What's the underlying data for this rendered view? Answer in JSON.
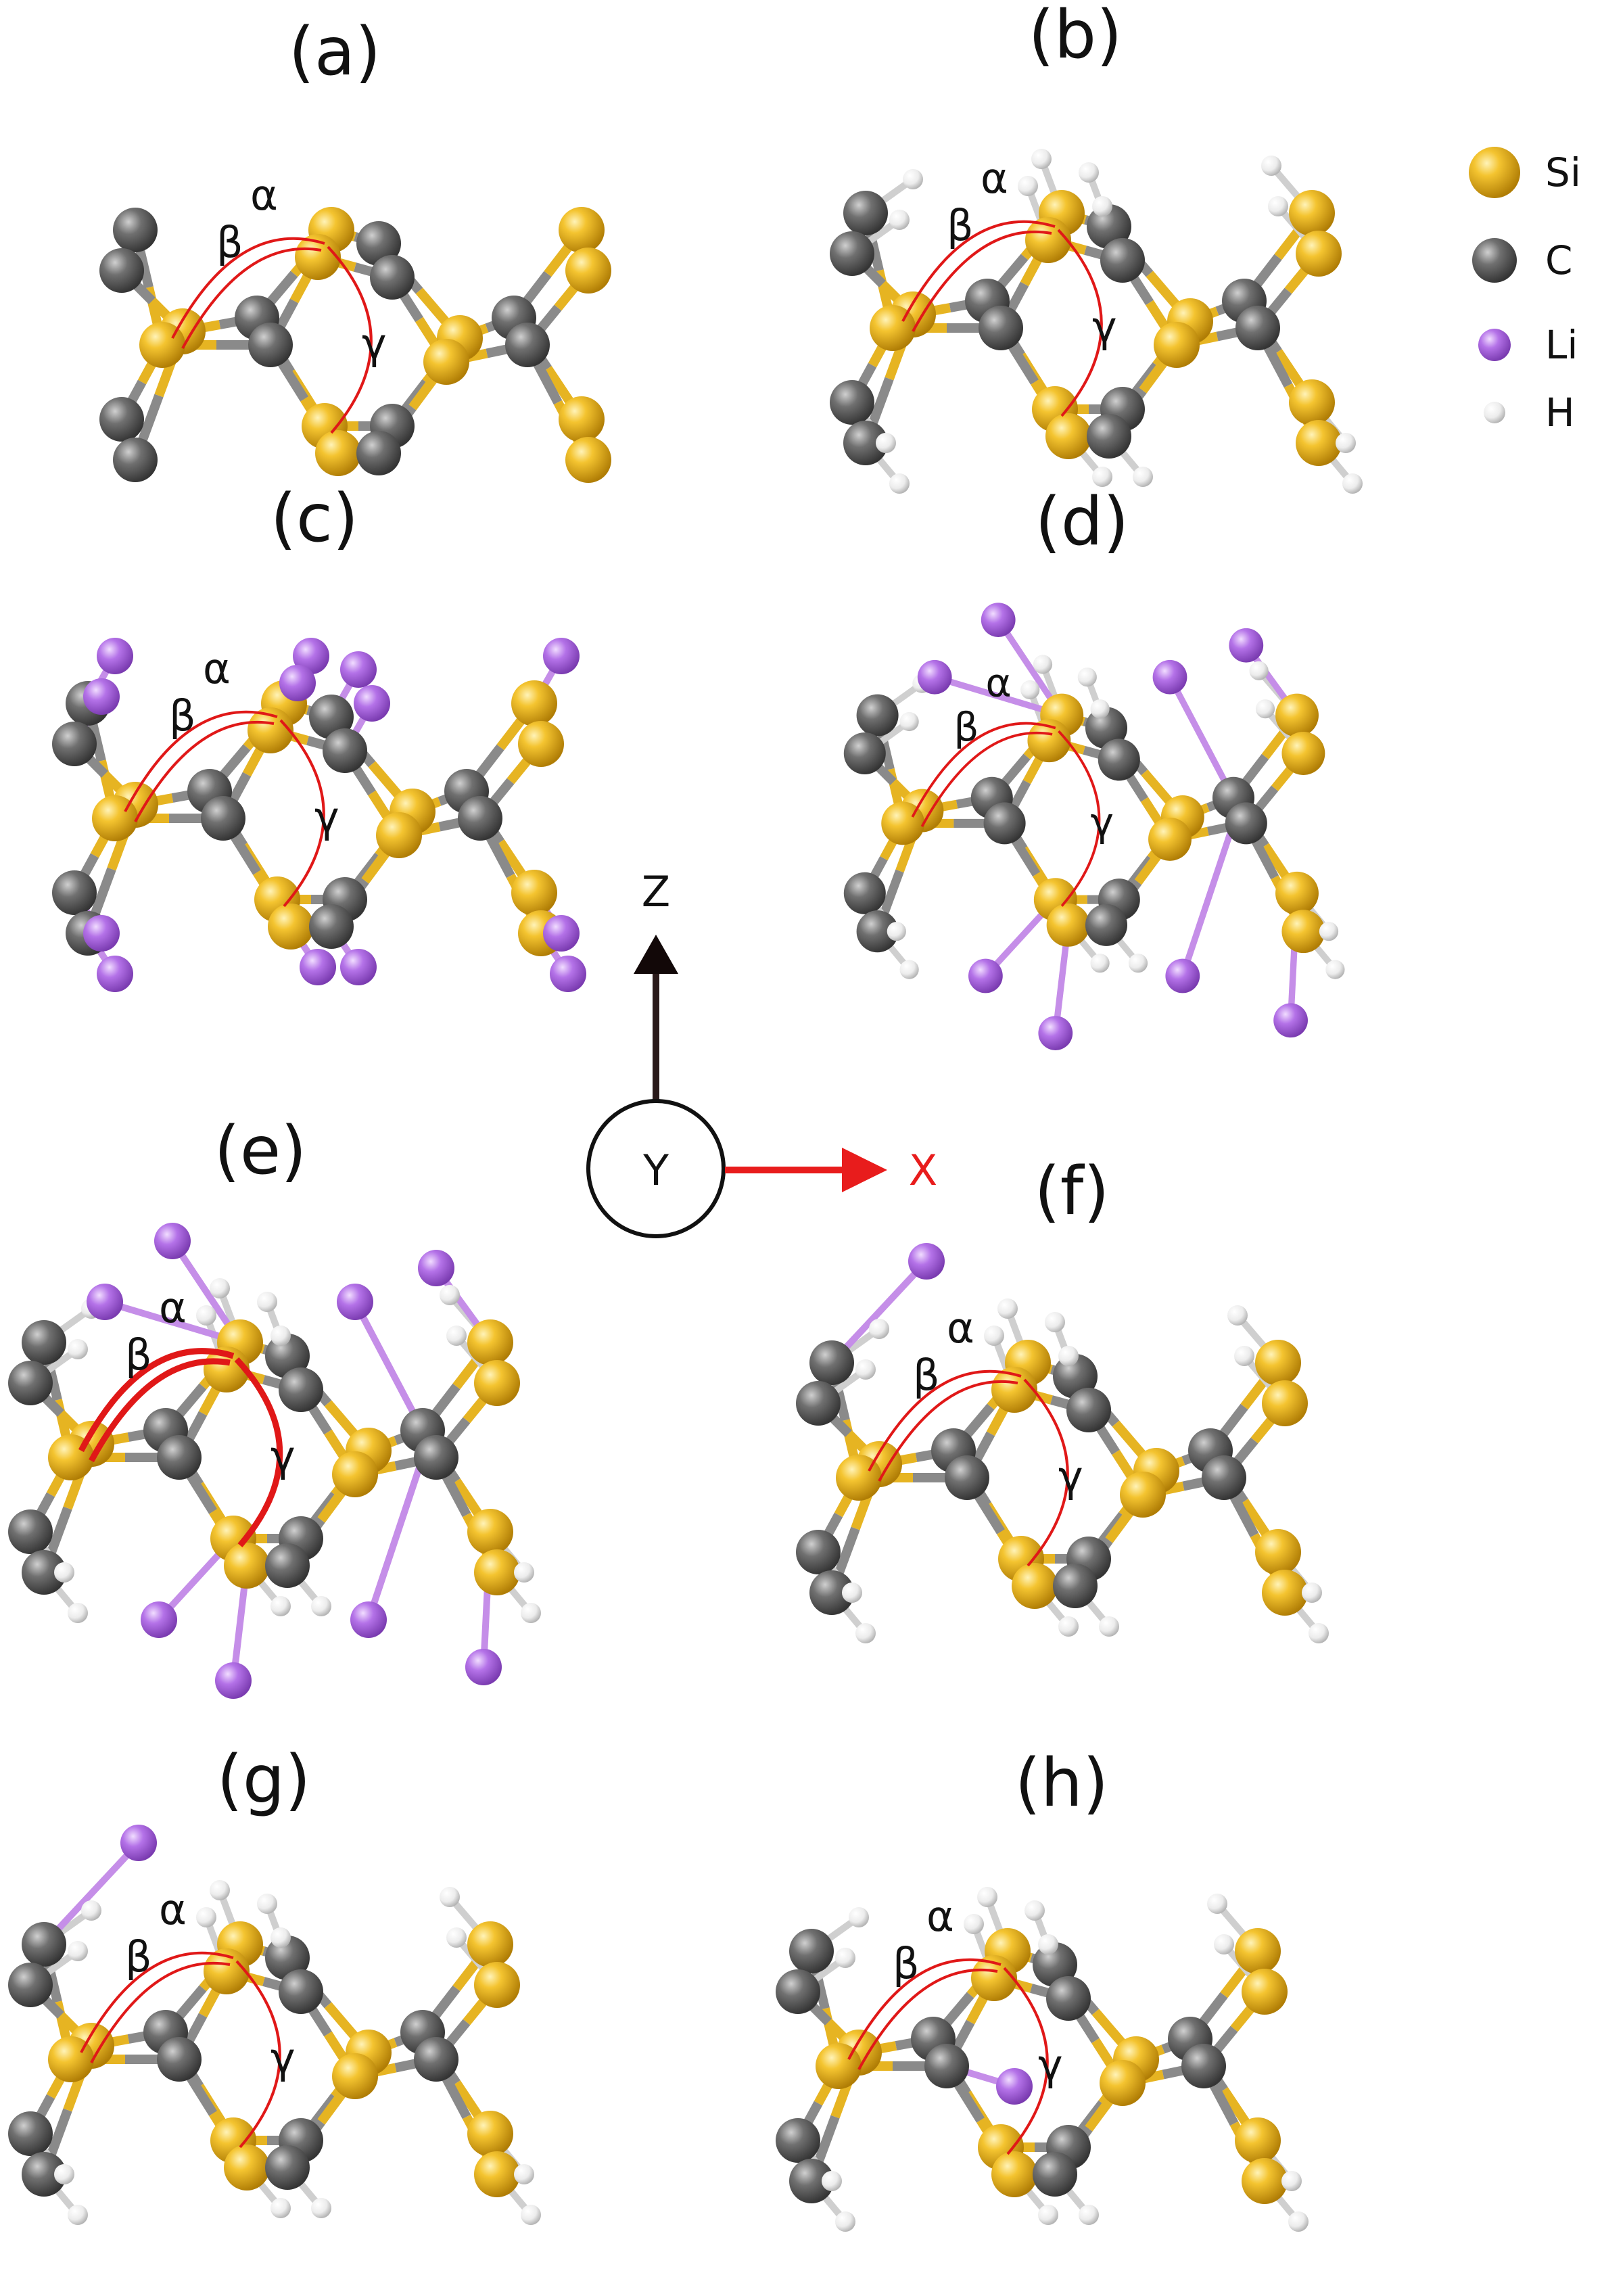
{
  "panels": [
    {
      "label": "(a)",
      "ligand": "none"
    },
    {
      "label": "(b)",
      "ligand": "H"
    },
    {
      "label": "(c)",
      "ligand": "Li"
    },
    {
      "label": "(d)",
      "ligand": "Li+H"
    },
    {
      "label": "(e)",
      "ligand": "Li+H"
    },
    {
      "label": "(f)",
      "ligand": "H+Li1"
    },
    {
      "label": "(g)",
      "ligand": "H+Li1"
    },
    {
      "label": "(h)",
      "ligand": "H+LiInner"
    }
  ],
  "angles": {
    "alpha": "α",
    "beta": "β",
    "gamma": "γ"
  },
  "legend": [
    {
      "symbol": "Si",
      "color": "#f2b626"
    },
    {
      "symbol": "C",
      "color": "#6b6b6b"
    },
    {
      "symbol": "Li",
      "color": "#b26be6"
    },
    {
      "symbol": "H",
      "color": "#f2f2f2"
    }
  ],
  "axes": {
    "z": "Z",
    "y": "Y",
    "x": "X"
  },
  "colors": {
    "arc": "#e01818",
    "bond_si": "#e6b422",
    "bond_c": "#8a8a8a",
    "z_arrow": "#2a1a1a",
    "x_arrow": "#e81c1c"
  }
}
